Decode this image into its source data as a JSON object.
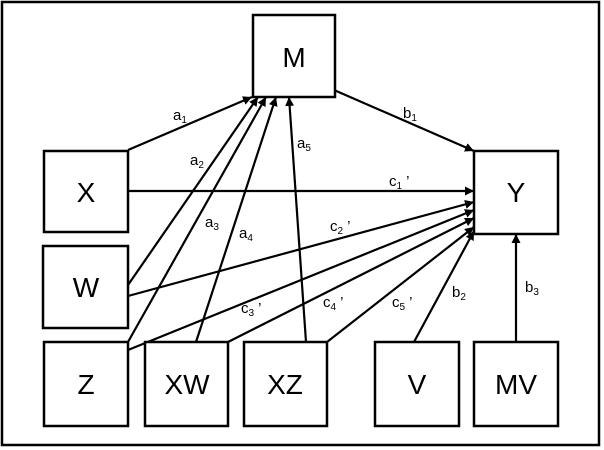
{
  "nodes": {
    "M": {
      "label": "M"
    },
    "X": {
      "label": "X"
    },
    "W": {
      "label": "W"
    },
    "Z": {
      "label": "Z"
    },
    "XW": {
      "label": "XW"
    },
    "XZ": {
      "label": "XZ"
    },
    "V": {
      "label": "V"
    },
    "MV": {
      "label": "MV"
    },
    "Y": {
      "label": "Y"
    }
  },
  "edges": {
    "a1": {
      "from": "X",
      "to": "M",
      "base": "a",
      "sub": "1",
      "prime": ""
    },
    "a2": {
      "from": "W",
      "to": "M",
      "base": "a",
      "sub": "2",
      "prime": ""
    },
    "a3": {
      "from": "Z",
      "to": "M",
      "base": "a",
      "sub": "3",
      "prime": ""
    },
    "a4": {
      "from": "XW",
      "to": "M",
      "base": "a",
      "sub": "4",
      "prime": ""
    },
    "a5": {
      "from": "XZ",
      "to": "M",
      "base": "a",
      "sub": "5",
      "prime": ""
    },
    "b1": {
      "from": "M",
      "to": "Y",
      "base": "b",
      "sub": "1",
      "prime": ""
    },
    "b2": {
      "from": "V",
      "to": "Y",
      "base": "b",
      "sub": "2",
      "prime": ""
    },
    "b3": {
      "from": "MV",
      "to": "Y",
      "base": "b",
      "sub": "3",
      "prime": ""
    },
    "c1": {
      "from": "X",
      "to": "Y",
      "base": "c",
      "sub": "1",
      "prime": "’"
    },
    "c2": {
      "from": "W",
      "to": "Y",
      "base": "c",
      "sub": "2",
      "prime": "’"
    },
    "c3": {
      "from": "Z",
      "to": "Y",
      "base": "c",
      "sub": "3",
      "prime": "’"
    },
    "c4": {
      "from": "XW",
      "to": "Y",
      "base": "c",
      "sub": "4",
      "prime": "’"
    },
    "c5": {
      "from": "XZ",
      "to": "Y",
      "base": "c",
      "sub": "5",
      "prime": "’"
    }
  }
}
